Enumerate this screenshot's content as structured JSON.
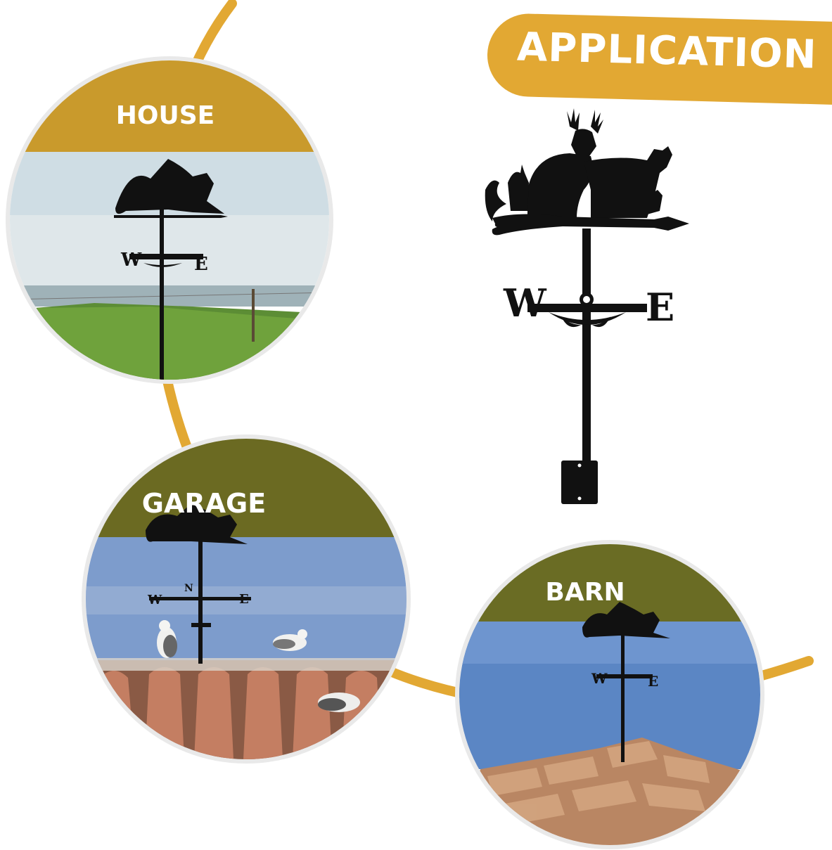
{
  "banner": {
    "title": "APPLICATION"
  },
  "scenes": [
    {
      "label": "HOUSE"
    },
    {
      "label": "GARAGE"
    },
    {
      "label": "BARN"
    }
  ],
  "product": {
    "compass_letters": {
      "west": "W",
      "east": "E"
    }
  },
  "colors": {
    "accent": "#e2a833",
    "house_band": "#c99a2c",
    "garage_band": "#6b6a22",
    "barn_band": "#6a6c24",
    "silhouette": "#111111"
  }
}
